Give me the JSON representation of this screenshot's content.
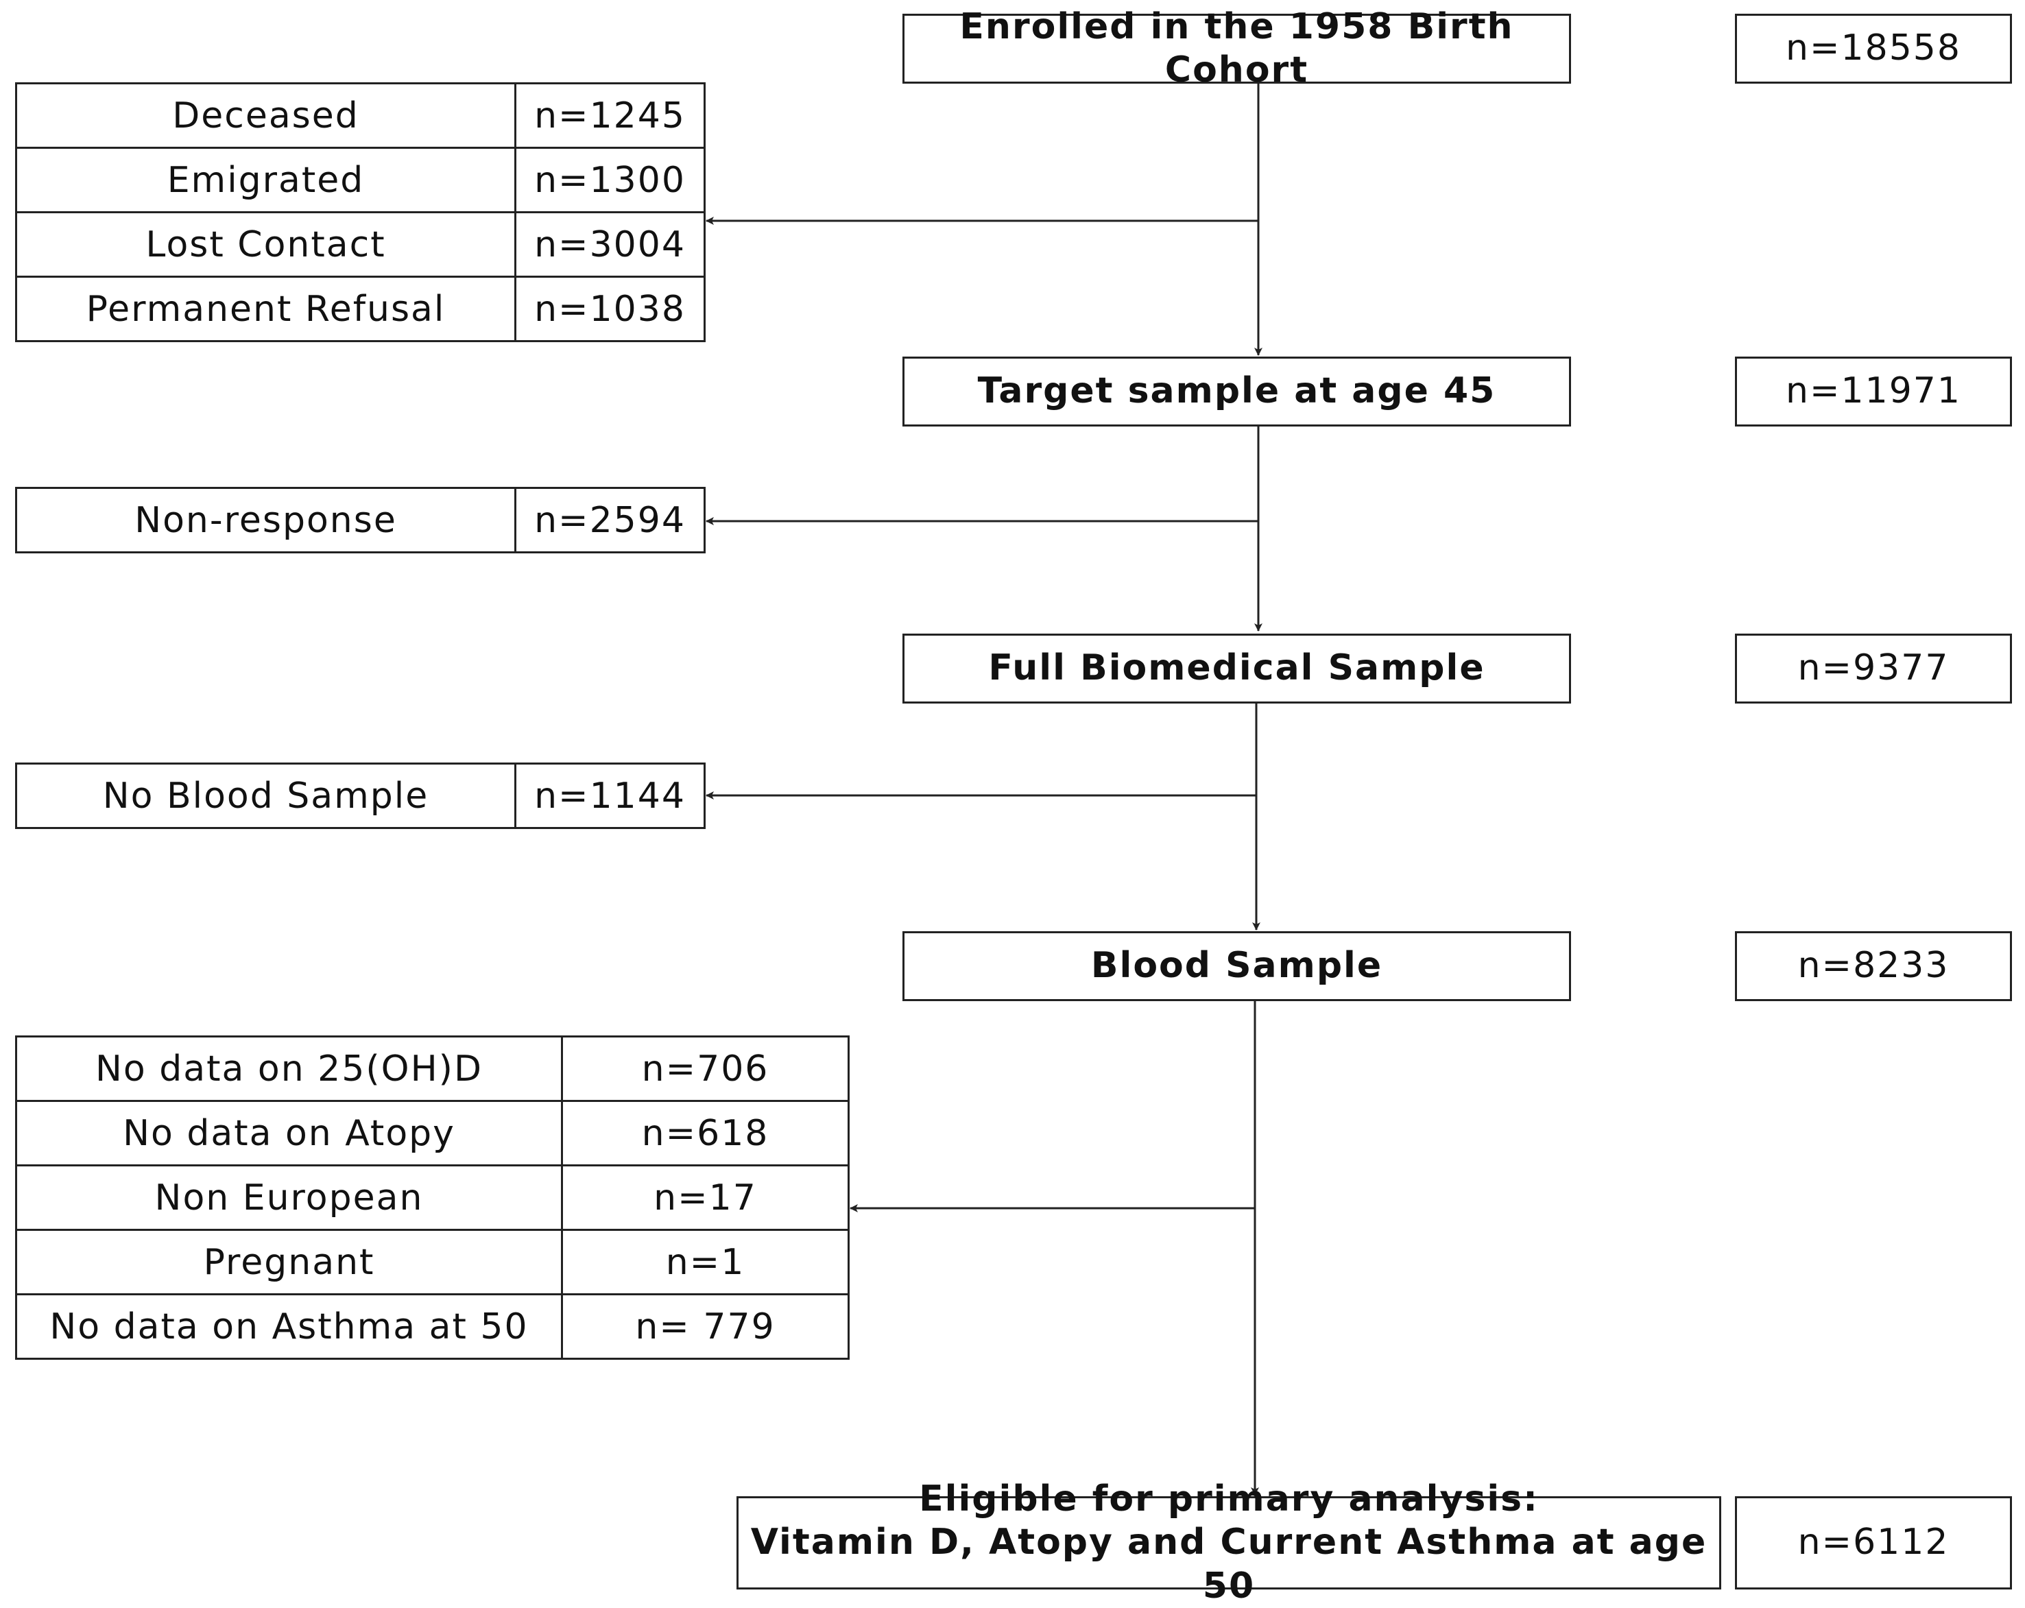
{
  "steps": [
    {
      "label": "Enrolled in the 1958 Birth Cohort",
      "count": "n=18558"
    },
    {
      "label": "Target sample at age 45",
      "count": "n=11971"
    },
    {
      "label": "Full Biomedical Sample",
      "count": "n=9377"
    },
    {
      "label": "Blood Sample",
      "count": "n=8233"
    },
    {
      "label_line1": "Eligible for primary analysis:",
      "label_line2": "Vitamin D, Atopy and Current Asthma at age 50",
      "count": "n=6112"
    }
  ],
  "exclusions": {
    "after_enrolment": [
      {
        "reason": "Deceased",
        "count": "n=1245"
      },
      {
        "reason": "Emigrated",
        "count": "n=1300"
      },
      {
        "reason": "Lost Contact",
        "count": "n=3004"
      },
      {
        "reason": "Permanent Refusal",
        "count": "n=1038"
      }
    ],
    "after_target": [
      {
        "reason": "Non-response",
        "count": "n=2594"
      }
    ],
    "after_biomedical": [
      {
        "reason": "No Blood Sample",
        "count": "n=1144"
      }
    ],
    "after_blood": [
      {
        "reason": "No data on 25(OH)D",
        "count": "n=706"
      },
      {
        "reason": "No data on Atopy",
        "count": "n=618"
      },
      {
        "reason": "Non European",
        "count": "n=17"
      },
      {
        "reason": "Pregnant",
        "count": "n=1"
      },
      {
        "reason": "No data on Asthma at 50",
        "count": "n= 779"
      }
    ]
  }
}
